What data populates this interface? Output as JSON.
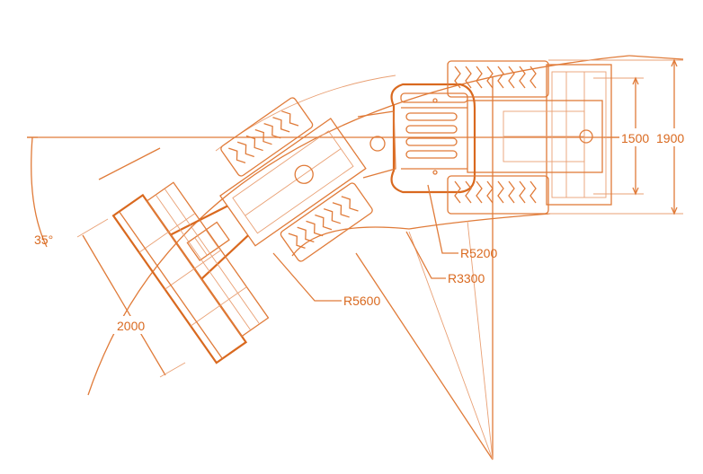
{
  "colors": {
    "line": "#E07B39",
    "accent": "#D9691F",
    "background": "#FFFFFF"
  },
  "dimensions": {
    "width_front": "1500",
    "width_overall": "1900",
    "angle": "35°",
    "bucket_width": "2000",
    "radius_inner_front": "R5200",
    "radius_inner_rear": "R3300",
    "radius_outer": "R5600"
  }
}
